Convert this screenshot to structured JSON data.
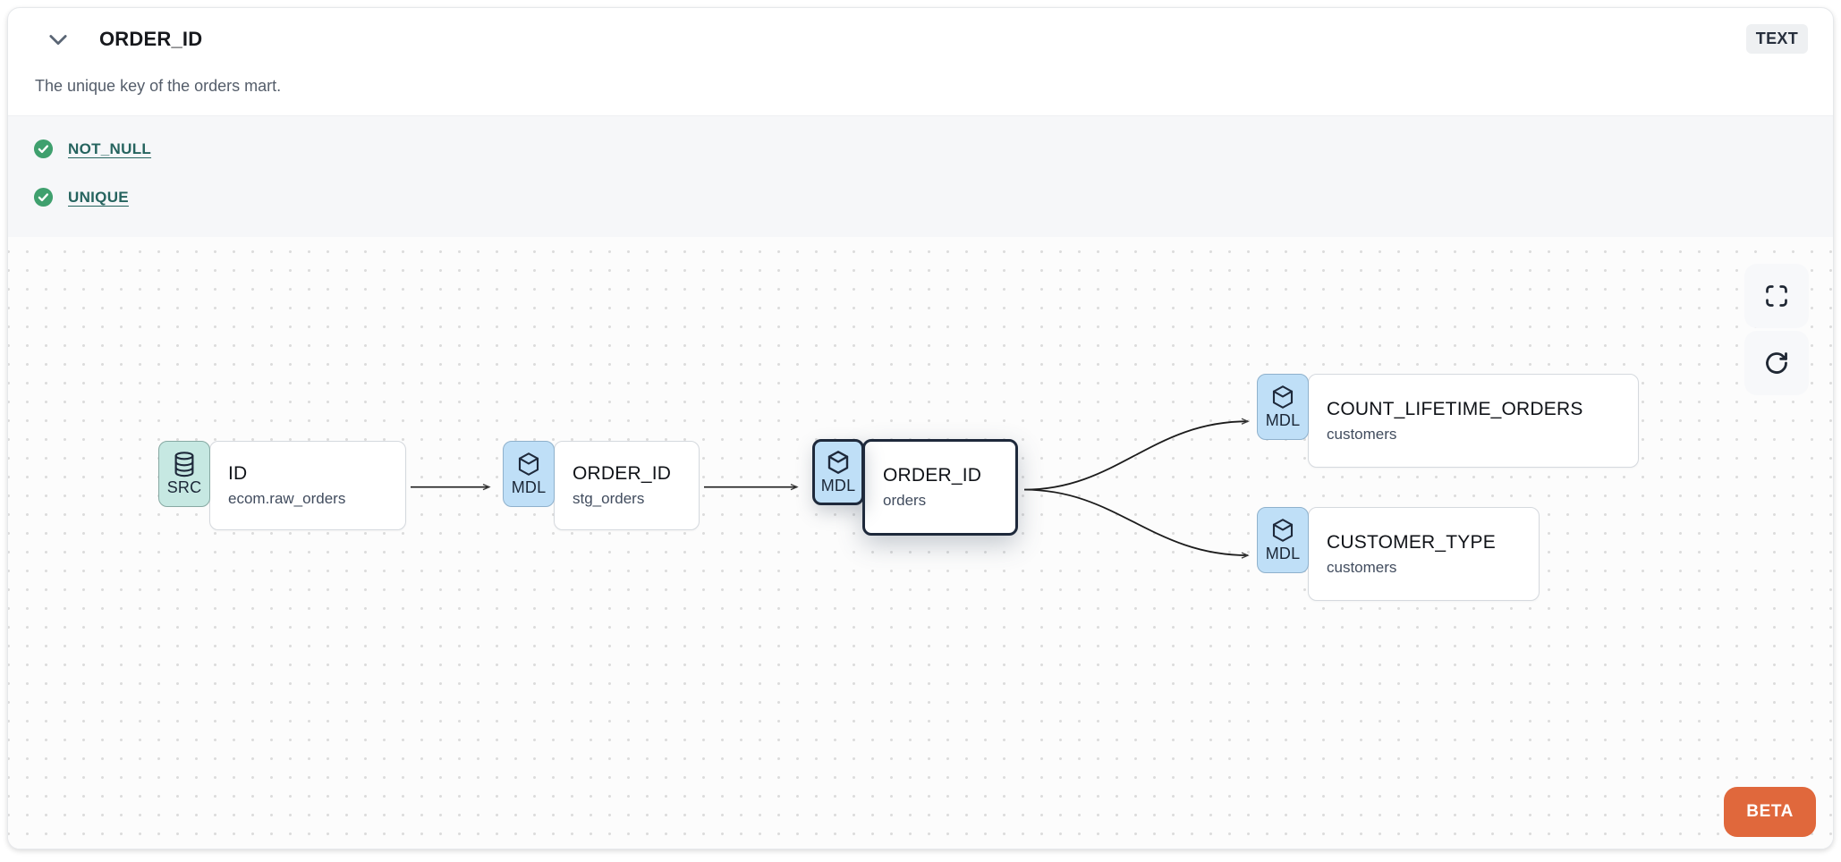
{
  "header": {
    "title": "ORDER_ID",
    "type_badge": "TEXT",
    "description": "The unique key of the orders mart."
  },
  "tests": {
    "items": [
      {
        "label": "NOT_NULL",
        "status": "passed"
      },
      {
        "label": "UNIQUE",
        "status": "passed"
      }
    ]
  },
  "lineage": {
    "nodes": [
      {
        "id": "source",
        "badge": "SRC",
        "icon": "database-icon",
        "name": "ID",
        "subtitle": "ecom.raw_orders",
        "selected": false
      },
      {
        "id": "staging",
        "badge": "MDL",
        "icon": "cube-icon",
        "name": "ORDER_ID",
        "subtitle": "stg_orders",
        "selected": false
      },
      {
        "id": "mart",
        "badge": "MDL",
        "icon": "cube-icon",
        "name": "ORDER_ID",
        "subtitle": "orders",
        "selected": true
      },
      {
        "id": "count_lifetime_orders",
        "badge": "MDL",
        "icon": "cube-icon",
        "name": "COUNT_LIFETIME_ORDERS",
        "subtitle": "customers",
        "selected": false
      },
      {
        "id": "customer_type",
        "badge": "MDL",
        "icon": "cube-icon",
        "name": "CUSTOMER_TYPE",
        "subtitle": "customers",
        "selected": false
      }
    ],
    "edges": [
      {
        "from": "source",
        "to": "staging"
      },
      {
        "from": "staging",
        "to": "mart"
      },
      {
        "from": "mart",
        "to": "count_lifetime_orders"
      },
      {
        "from": "mart",
        "to": "customer_type"
      }
    ],
    "beta_label": "BETA"
  },
  "colors": {
    "source_badge_bg": "#c6e8e2",
    "model_badge_bg": "#bfdff7",
    "selected_border": "#1e293b",
    "test_pass_green": "#3fa06e",
    "test_link_teal": "#26645f",
    "beta_orange": "#e0683c",
    "type_badge_bg": "#eef0f2"
  }
}
